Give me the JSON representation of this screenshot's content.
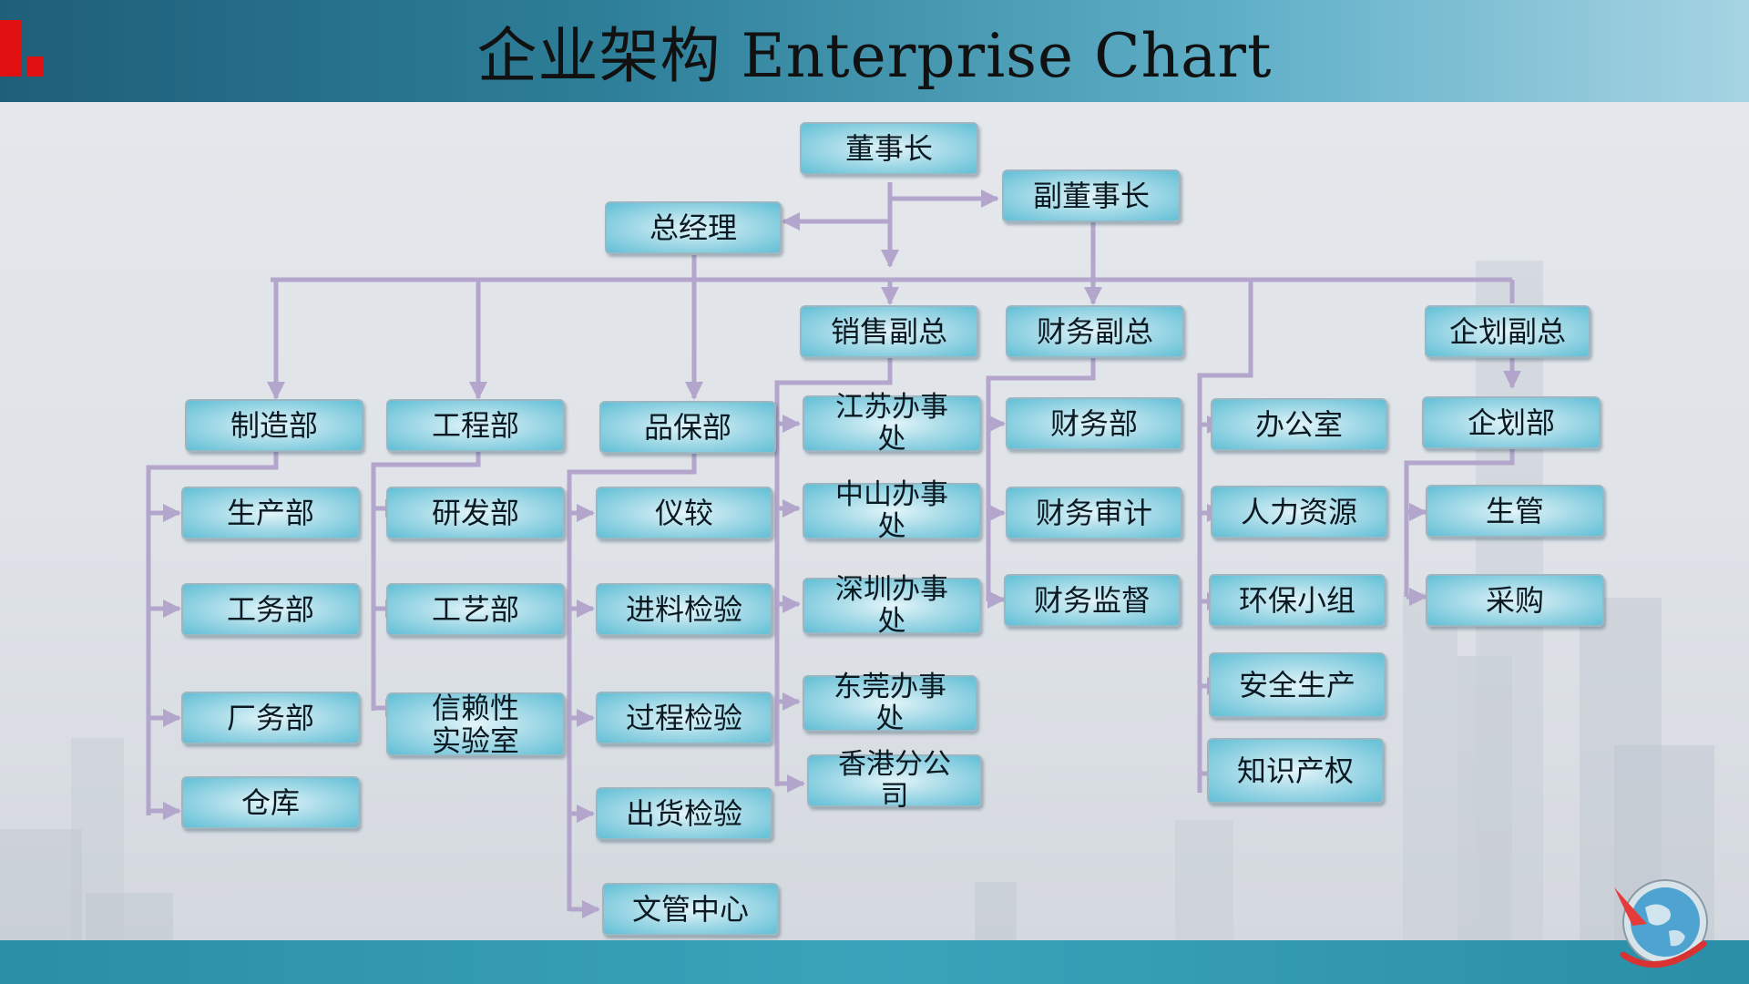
{
  "title": "企业架构  Enterprise Chart",
  "nodes": {
    "chairman": "董事长",
    "vice_chairman": "副董事长",
    "gm": "总经理",
    "sales_vp": "销售副总",
    "finance_vp": "财务副总",
    "planning_vp": "企划副总",
    "manufacturing": "制造部",
    "engineering": "工程部",
    "quality": "品保部",
    "production": "生产部",
    "works": "工务部",
    "plant_affairs": "厂务部",
    "warehouse": "仓库",
    "rnd": "研发部",
    "process_dept": "工艺部",
    "reliability_lab": "信赖性\n实验室",
    "calibration": "仪较",
    "incoming": "进料检验",
    "in_process": "过程检验",
    "outgoing": "出货检验",
    "doc_center": "文管中心",
    "jiangsu": "江苏办事\n处",
    "zhongshan": "中山办事\n处",
    "shenzhen": "深圳办事\n处",
    "dongguan": "东莞办事\n处",
    "hongkong": "香港分公\n司",
    "finance_dept": "财务部",
    "finance_audit": "财务审计",
    "finance_supervision": "财务监督",
    "office": "办公室",
    "hr": "人力资源",
    "env_group": "环保小组",
    "safety": "安全生产",
    "ip": "知识产权",
    "planning_dept": "企划部",
    "prod_control": "生管",
    "purchasing": "采购"
  },
  "colors": {
    "connector": "#b3a5cb",
    "accent_red": "#e01010",
    "header_dark": "#1f5f79",
    "footer": "#2a8fa6"
  },
  "icons": {
    "logo": "red-bars-logo-icon",
    "corner": "globe-arrow-icon"
  }
}
